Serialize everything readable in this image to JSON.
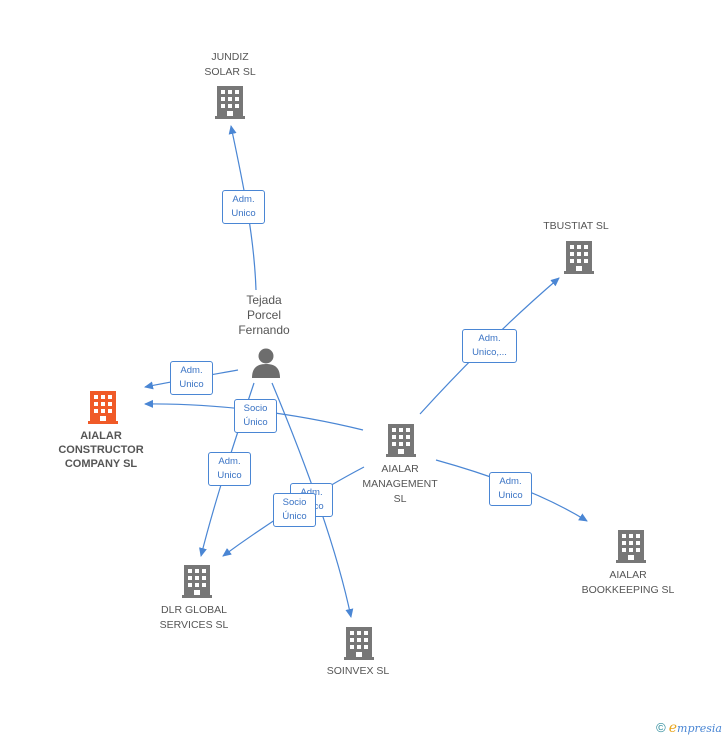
{
  "nodes": {
    "jundiz": {
      "label": "JUNDIZ\nSOLAR SL"
    },
    "tbustiat": {
      "label": "TBUSTIAT  SL"
    },
    "person": {
      "label": "Tejada\nPorcel\nFernando"
    },
    "aialar_constructor": {
      "label": "AIALAR\nCONSTRUCTOR\nCOMPANY  SL"
    },
    "aialar_management": {
      "label": "AIALAR\nMANAGEMENT\nSL"
    },
    "aialar_bookkeeping": {
      "label": "AIALAR\nBOOKKEEPING SL"
    },
    "dlr_global": {
      "label": "DLR GLOBAL\nSERVICES  SL"
    },
    "soinvex": {
      "label": "SOINVEX SL"
    }
  },
  "edges": {
    "person_jundiz": "Adm.\nUnico",
    "management_tbustiat": "Adm.\nUnico,...",
    "person_constructor": "Adm.\nUnico",
    "management_constructor": "Socio\nÚnico",
    "person_dlr": "Adm.\nUnico",
    "person_soinvex": "Adm.\nUnico",
    "management_dlr": "Socio\nÚnico",
    "management_bookkeeping": "Adm.\nUnico"
  },
  "colors": {
    "edge": "#4a86d4",
    "building": "#777777",
    "focus_building": "#f05a28"
  },
  "footer": {
    "copyright": "©",
    "brand_e": "e",
    "brand_rest": "mpresia"
  }
}
